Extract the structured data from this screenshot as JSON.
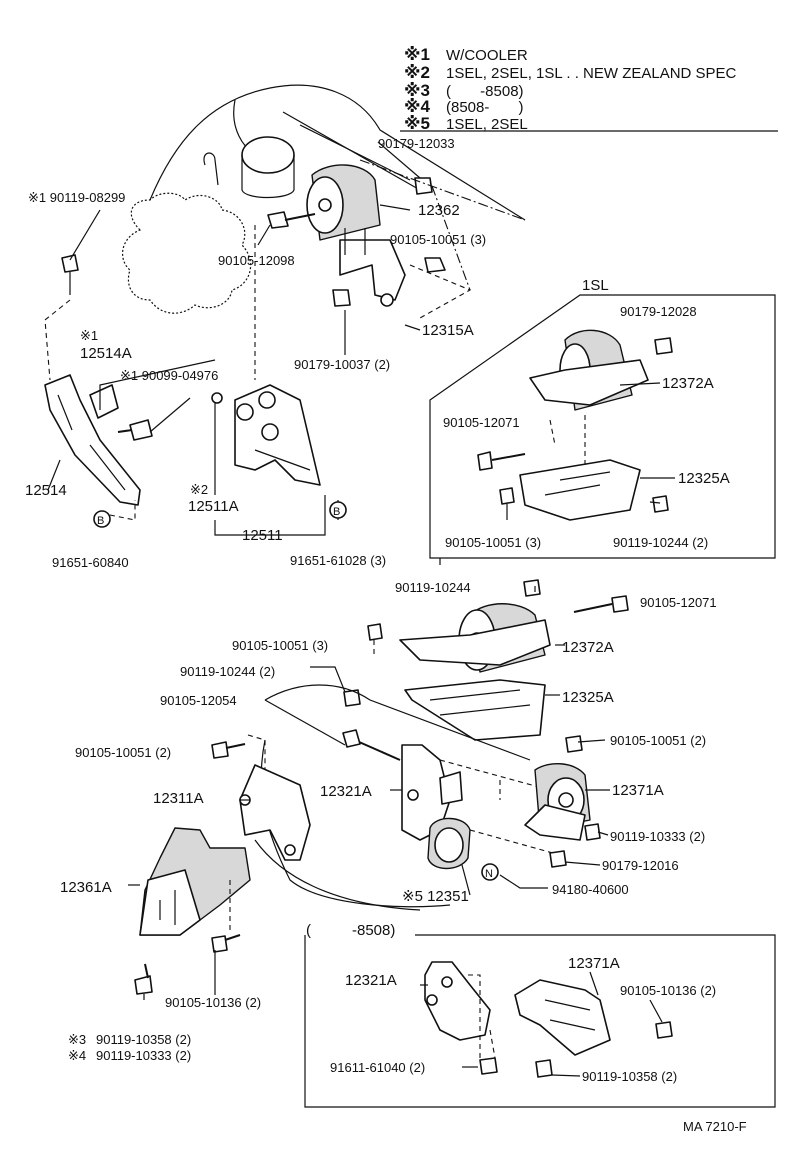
{
  "legend": [
    {
      "mark": "※1",
      "text": "W/COOLER"
    },
    {
      "mark": "※2",
      "text": "1SEL, 2SEL, 1SL . . NEW ZEALAND SPEC"
    },
    {
      "mark": "※3",
      "text": "(       -8508)"
    },
    {
      "mark": "※4",
      "text": "(8508-       )"
    },
    {
      "mark": "※5",
      "text": "1SEL, 2SEL"
    }
  ],
  "inset_1sl": {
    "title": "1SL",
    "labels": [
      "90179-12028",
      "12372A",
      "90105-12071",
      "12325A",
      "90105-10051 (3)",
      "90119-10244 (2)"
    ]
  },
  "inset_8508": {
    "title": "-8508)",
    "open_paren": "(",
    "labels": [
      "12321A",
      "12371A",
      "90105-10136 (2)",
      "91611-61040 (2)",
      "90119-10358 (2)"
    ]
  },
  "labels": {
    "l90179_12033": "90179-12033",
    "l90119_08299": "※1 90119-08299",
    "l12362": "12362",
    "l90105_10051_3a": "90105-10051 (3)",
    "l90105_12098": "90105-12098",
    "l12315A": "12315A",
    "l90179_10037": "90179-10037 (2)",
    "l12514A_mark": "※1",
    "l12514A": "12514A",
    "l90099_04976": "※1 90099-04976",
    "l12514": "12514",
    "l12511A_mark": "※2",
    "l12511A": "12511A",
    "l12511": "12511",
    "l91651_60840": "91651-60840",
    "l91651_61028": "91651-61028 (3)",
    "l90119_10244_top": "90119-10244",
    "l90105_12071": "90105-12071",
    "l90105_10051_3b": "90105-10051 (3)",
    "l12372A": "12372A",
    "l90119_10244_2": "90119-10244 (2)",
    "l12325A": "12325A",
    "l90105_12054": "90105-12054",
    "l90105_10051_2a": "90105-10051 (2)",
    "l90105_10051_2b": "90105-10051 (2)",
    "l12311A": "12311A",
    "l12321A": "12321A",
    "l12371A": "12371A",
    "l90119_10333_2": "90119-10333 (2)",
    "l90179_12016": "90179-12016",
    "l12361A": "12361A",
    "l12351": "※5 12351",
    "l94180_40600": "94180-40600",
    "l90105_10136": "90105-10136 (2)",
    "l90119_10358_mark": "※3",
    "l90119_10358": "90119-10358 (2)",
    "l90119_10333_mark": "※4",
    "l90119_10333": "90119-10333 (2)",
    "circle_b": "B",
    "circle_n": "N"
  },
  "footer": "MA 7210-F"
}
